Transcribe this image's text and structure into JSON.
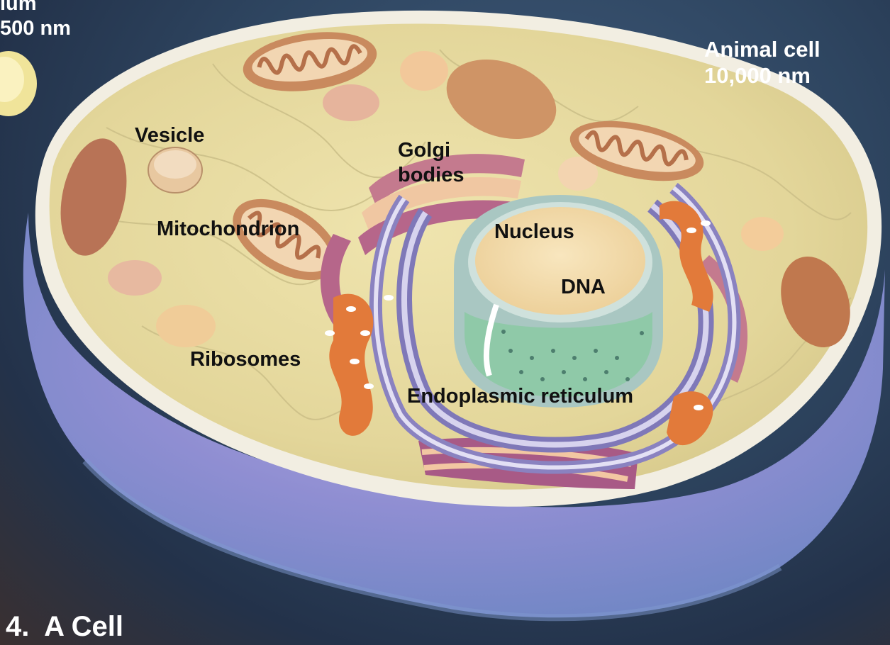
{
  "scale_labels": {
    "animal_cell_name": "Animal cell",
    "animal_cell_size": "10,000 nm",
    "cropped_top_left_name": "ium",
    "cropped_top_left_size": "500 nm"
  },
  "labels": {
    "vesicle": "Vesicle",
    "golgi_line1": "Golgi",
    "golgi_line2": "bodies",
    "mitochondrion": "Mitochondrion",
    "nucleus": "Nucleus",
    "dna": "DNA",
    "ribosomes": "Ribosomes",
    "er": "Endoplasmic reticulum"
  },
  "caption": "4.  A Cell",
  "colors": {
    "background": "#2e4560",
    "cytoplasm": "#e8dca0",
    "membrane": "#f2eee2",
    "cell_side": "#8f8ed2",
    "mitochondrion": "#c98a5e",
    "golgi": "#b06a8a",
    "er": "#e27a3a",
    "nucleus": "#f3ddb0"
  }
}
